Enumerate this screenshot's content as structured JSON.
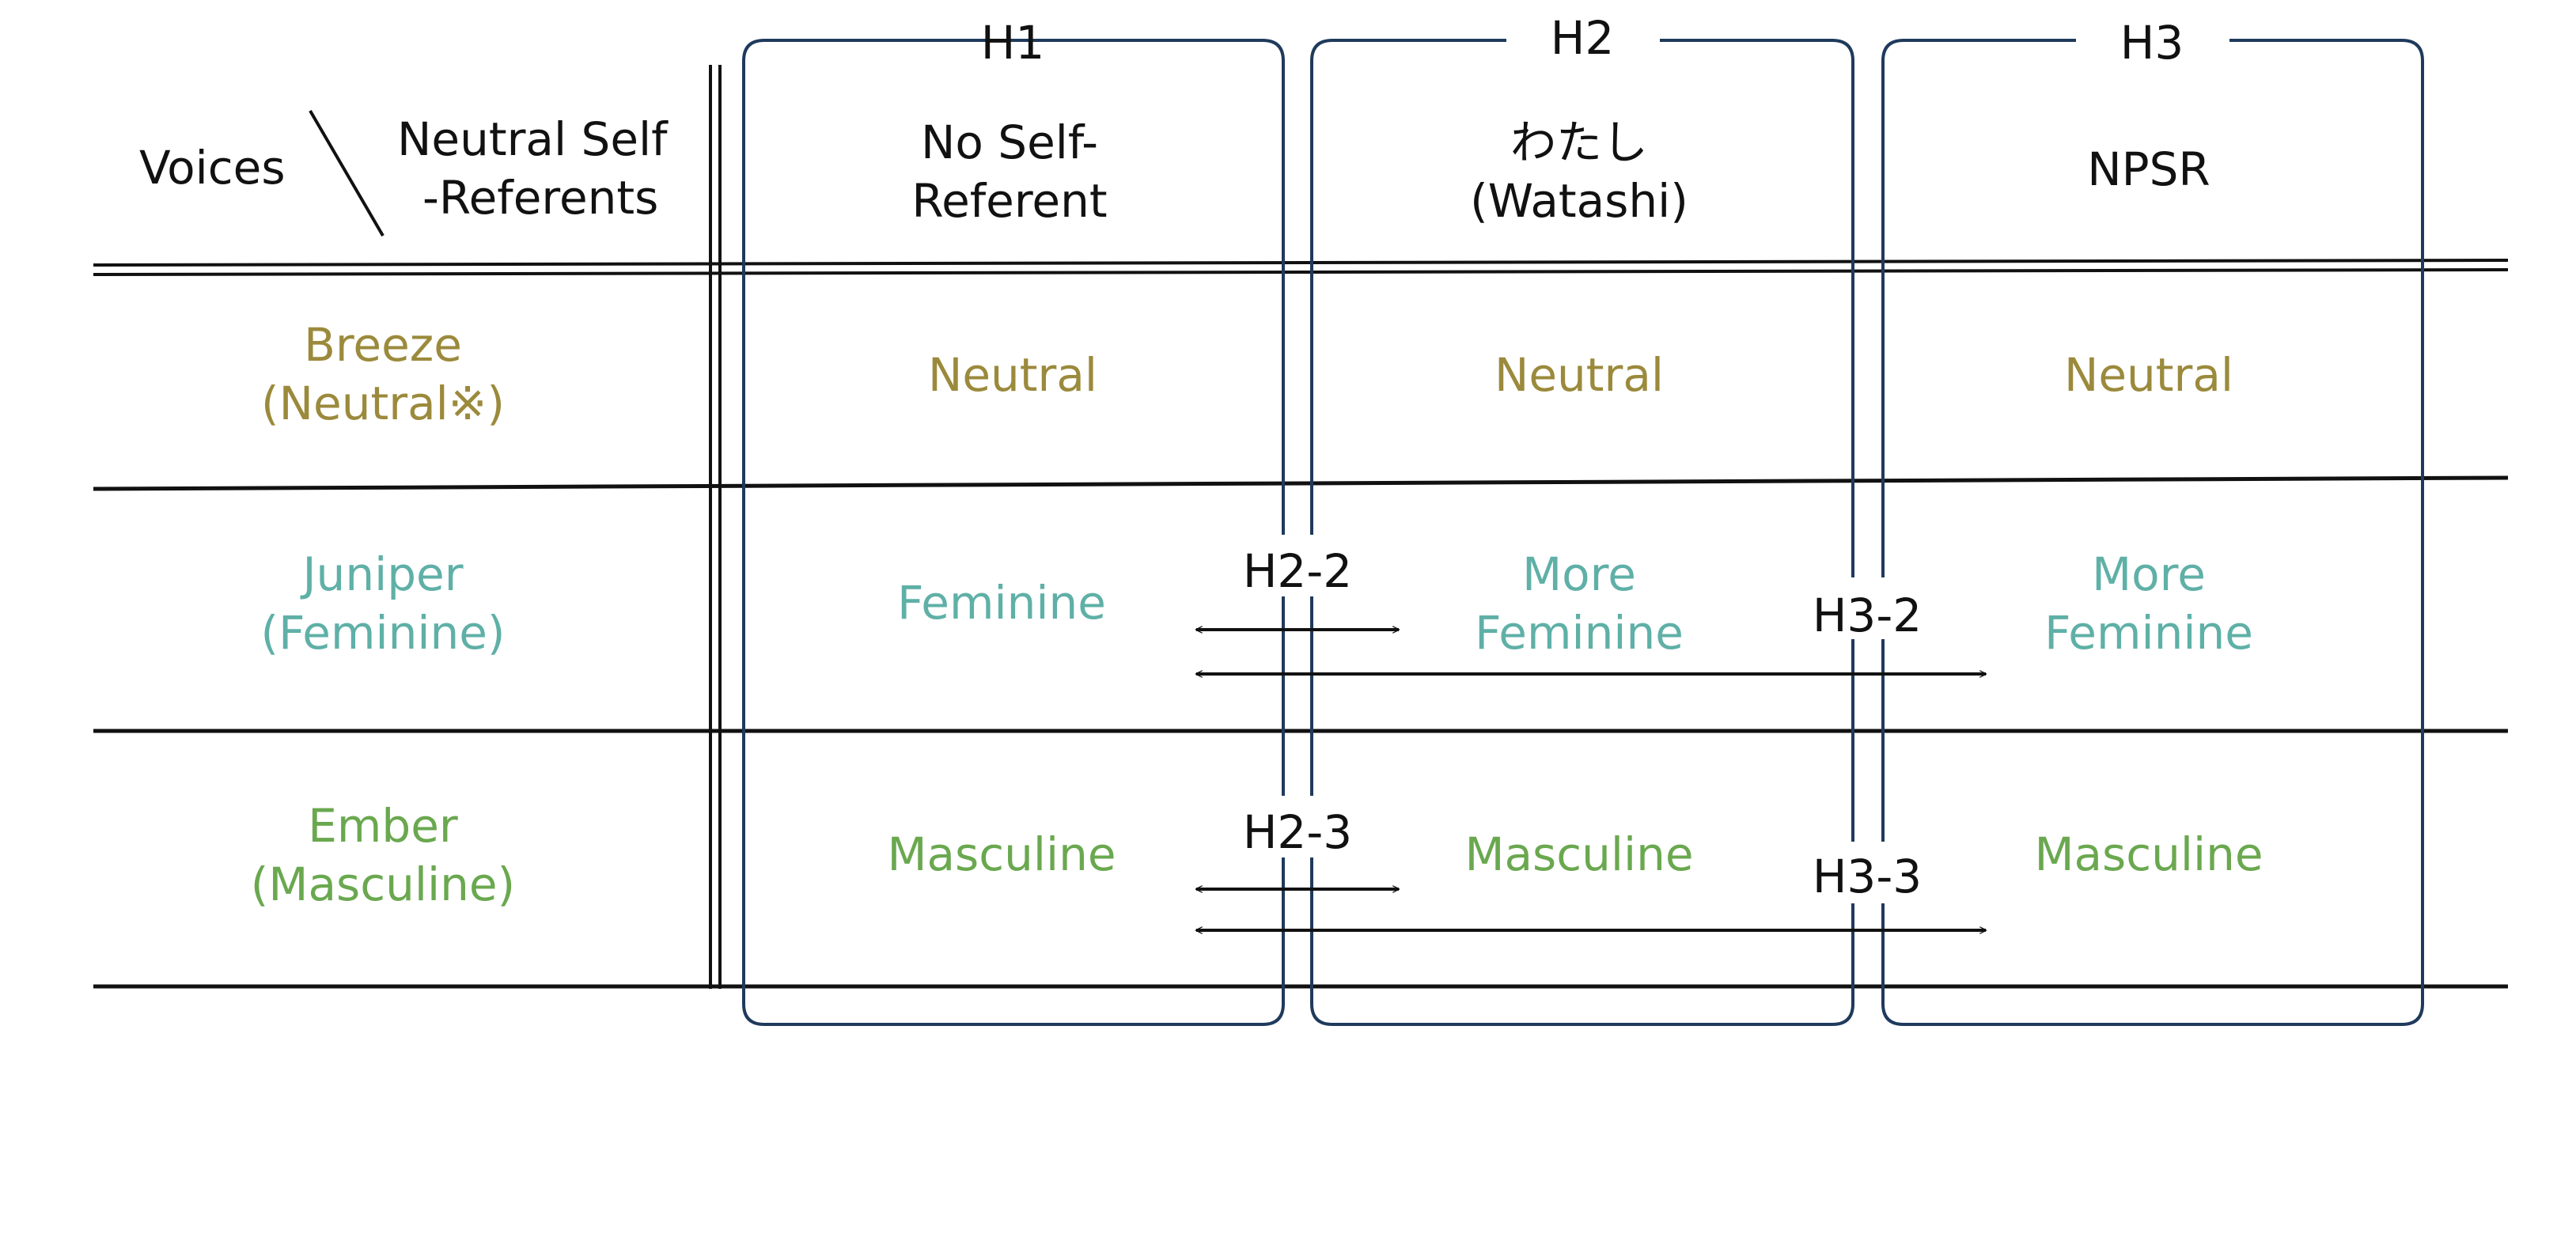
{
  "colors": {
    "neutral": "#9b8a3c",
    "feminine": "#5fb0a7",
    "masculine": "#6aa84f",
    "box": "#1f3a5c",
    "ink": "#111111"
  },
  "header": {
    "corner_voices": "Voices",
    "corner_ref_line1": "Neutral Self",
    "corner_ref_line2": "-Referents",
    "columns": [
      {
        "group": "H1",
        "line1": "No Self-",
        "line2": "Referent"
      },
      {
        "group": "H2",
        "line1": "わたし",
        "line2": "(Watashi)"
      },
      {
        "group": "H3",
        "line1": "NPSR",
        "line2": ""
      }
    ]
  },
  "rows": [
    {
      "voice_line1": "Breeze",
      "voice_line2": "(Neutral※)",
      "color": "#9b8a3c",
      "cells": [
        {
          "line1": "Neutral",
          "line2": ""
        },
        {
          "line1": "Neutral",
          "line2": ""
        },
        {
          "line1": "Neutral",
          "line2": ""
        }
      ]
    },
    {
      "voice_line1": "Juniper",
      "voice_line2": "(Feminine)",
      "color": "#5fb0a7",
      "cells": [
        {
          "line1": "Feminine",
          "line2": ""
        },
        {
          "line1": "More",
          "line2": "Feminine"
        },
        {
          "line1": "More",
          "line2": "Feminine"
        }
      ]
    },
    {
      "voice_line1": "Ember",
      "voice_line2": "(Masculine)",
      "color": "#6aa84f",
      "cells": [
        {
          "line1": "Masculine",
          "line2": ""
        },
        {
          "line1": "Masculine",
          "line2": ""
        },
        {
          "line1": "Masculine",
          "line2": ""
        }
      ]
    }
  ],
  "comparisons": {
    "h2_2": "H2-2",
    "h3_2": "H3-2",
    "h2_3": "H2-3",
    "h3_3": "H3-3"
  }
}
